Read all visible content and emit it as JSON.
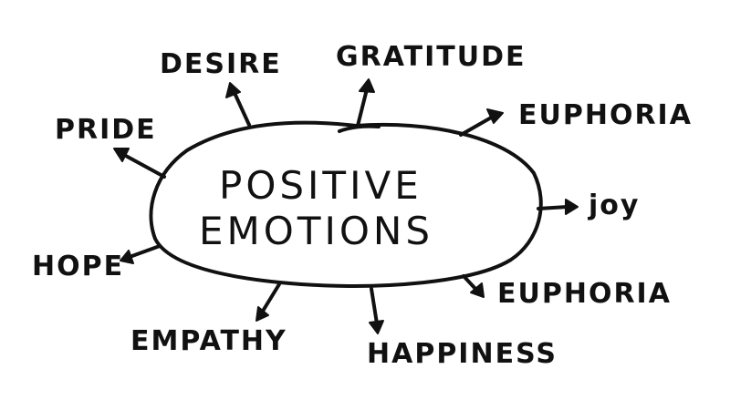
{
  "diagram": {
    "center_lines": [
      "POSITIVE",
      "EMOTIONS"
    ],
    "branches": [
      {
        "id": "desire",
        "label": "DESIRE"
      },
      {
        "id": "gratitude",
        "label": "GRATITUDE"
      },
      {
        "id": "euphoria-top",
        "label": "EUPHORIA"
      },
      {
        "id": "pride",
        "label": "PRIDE"
      },
      {
        "id": "joy",
        "label": "joy"
      },
      {
        "id": "hope",
        "label": "HOPE"
      },
      {
        "id": "euphoria-bottom",
        "label": "EUPHORIA"
      },
      {
        "id": "empathy",
        "label": "EMPATHY"
      },
      {
        "id": "happiness",
        "label": "HAPPINESS"
      }
    ],
    "colors": {
      "ink": "#111111",
      "paper": "#ffffff"
    }
  }
}
